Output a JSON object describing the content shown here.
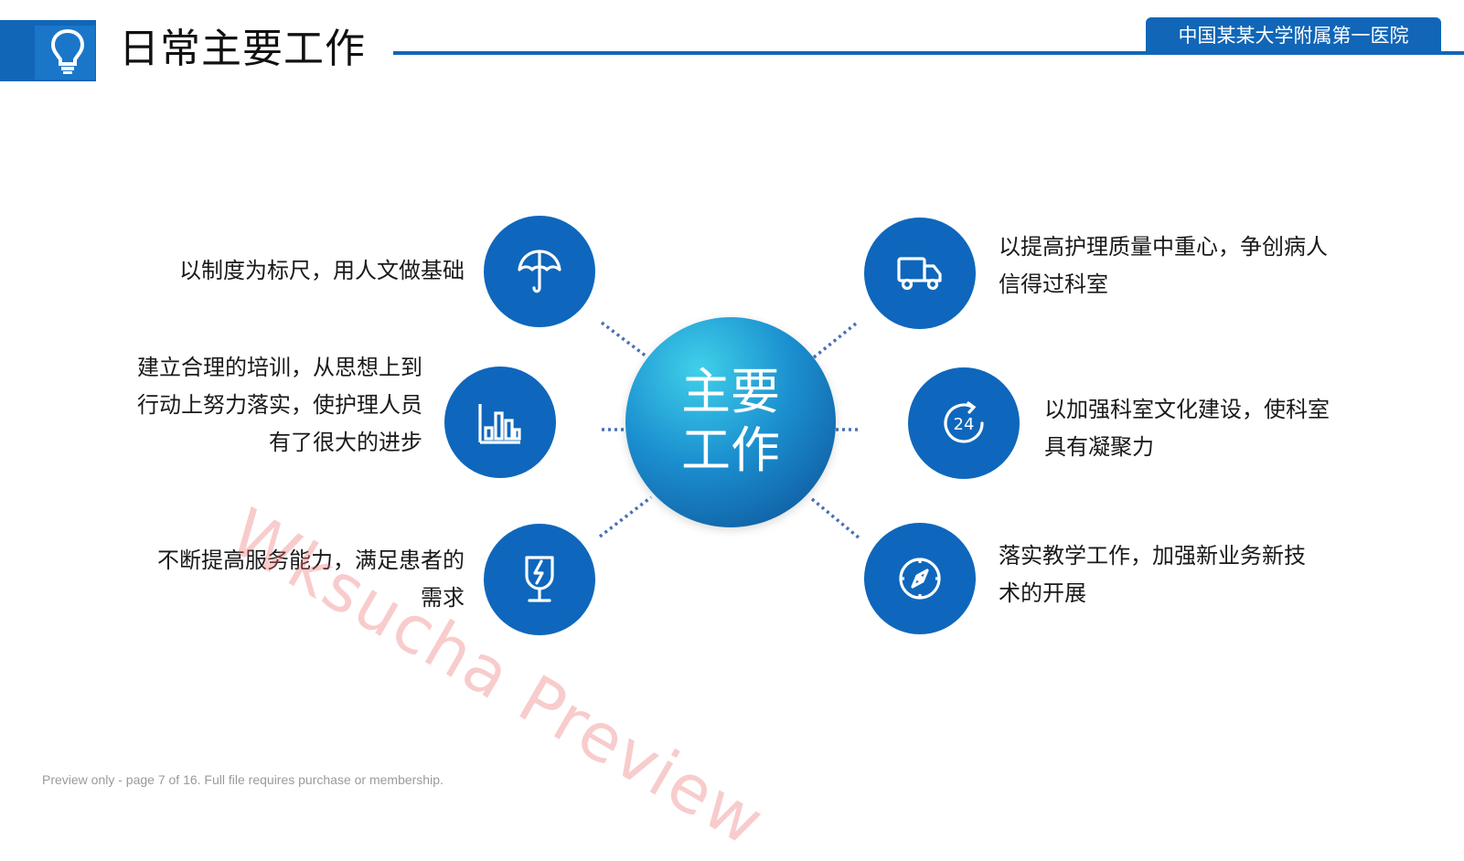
{
  "header": {
    "title": "日常主要工作",
    "tab": "中国某某大学附属第一医院",
    "icon": "lightbulb-icon"
  },
  "center": {
    "line1": "主要",
    "line2": "工作"
  },
  "items": [
    {
      "icon": "umbrella-icon",
      "text": "以制度为标尺，用人文做基础"
    },
    {
      "icon": "bar-chart-icon",
      "line1": "建立合理的培训，从思想上到",
      "line2": "行动上努力落实，使护理人员",
      "line3": "有了很大的进步"
    },
    {
      "icon": "shield-lightning-icon",
      "line1": "不断提高服务能力，满足患者的",
      "line2": "需求"
    },
    {
      "icon": "truck-icon",
      "line1": "以提高护理质量中重心，争创病人",
      "line2": "信得过科室"
    },
    {
      "icon": "clock-24-icon",
      "line1": "以加强科室文化建设，使科室",
      "line2": "具有凝聚力"
    },
    {
      "icon": "compass-icon",
      "line1": "落实教学工作，加强新业务新技",
      "line2": "术的开展"
    }
  ],
  "colors": {
    "primary": "#1166b8",
    "node": "#0e67bc",
    "connector": "#4a6fb5"
  },
  "watermark": "Wksucha Preview",
  "footer": "Preview only - page 7 of 16. Full file requires purchase or membership."
}
